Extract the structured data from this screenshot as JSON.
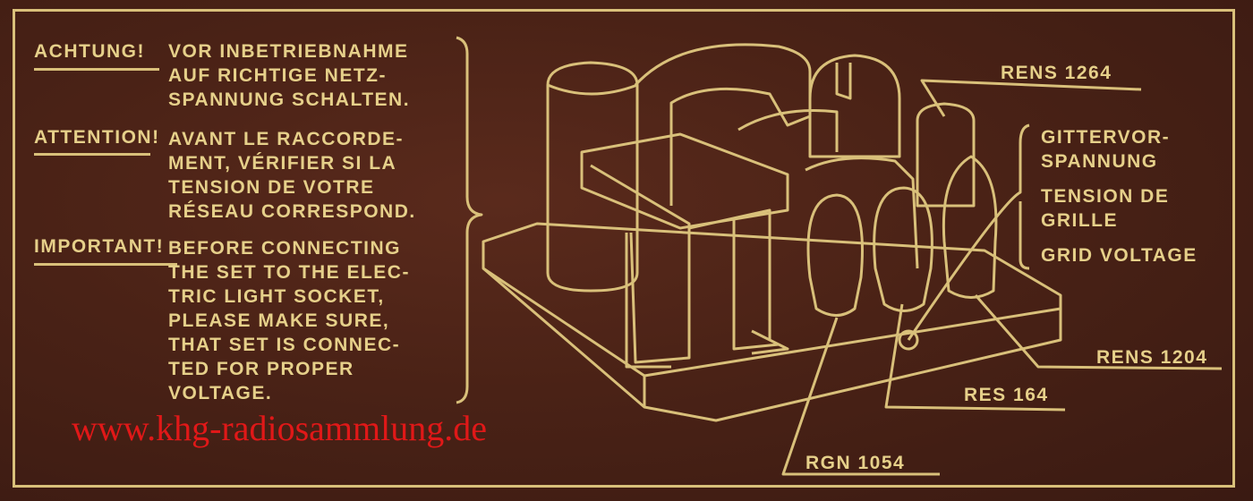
{
  "warnings": [
    {
      "heading": "ACHTUNG!",
      "lines": [
        "VOR INBETRIEBNAHME",
        "AUF RICHTIGE NETZ-",
        "SPANNUNG SCHALTEN."
      ]
    },
    {
      "heading": "ATTENTION!",
      "lines": [
        "AVANT LE RACCORDE-",
        "MENT, VÉRIFIER SI LA",
        "TENSION DE VOTRE",
        "RÉSEAU CORRESPOND."
      ]
    },
    {
      "heading": "IMPORTANT!",
      "lines": [
        "BEFORE CONNECTING",
        "THE SET TO THE ELEC-",
        "TRIC LIGHT SOCKET,",
        "PLEASE MAKE SURE,",
        "THAT SET IS CONNEC-",
        "TED FOR PROPER",
        "VOLTAGE."
      ]
    }
  ],
  "grid_voltage": [
    "GITTERVOR-",
    "SPANNUNG",
    "TENSION DE",
    "GRILLE",
    "GRID VOLTAGE"
  ],
  "tubes": {
    "top": "RENS 1264",
    "right": "RENS 1204",
    "mid": "RES 164",
    "bottom": "RGN 1054"
  },
  "watermark": "www.khg-radiosammlung.de",
  "colors": {
    "background": "#4a2216",
    "gold": "#e6d08a",
    "watermark": "#e01818"
  }
}
